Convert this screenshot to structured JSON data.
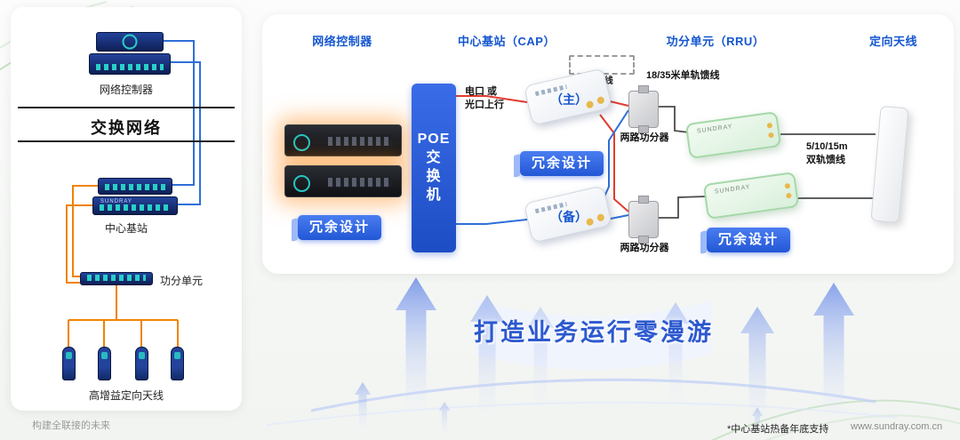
{
  "brand": "SUNDRAY",
  "left_panel": {
    "controller_label": "网络控制器",
    "title": "交换网络",
    "base_station_label": "中心基站",
    "splitter_label": "功分单元",
    "antennas_label": "高增益定向天线"
  },
  "right_panel": {
    "headers": [
      "网络控制器",
      "中心基站（CAP）",
      "功分单元（RRU）",
      "定向天线"
    ],
    "poe_switch_label": "POE\n交\n换\n机",
    "uplink_label": "电口 或\n光口上行",
    "feeder_short_label": "0.5m馈线",
    "feeder_single_label": "18/35米单轨馈线",
    "cap_main_label": "（主）",
    "cap_backup_label": "（备）",
    "splitter_labels": [
      "两路功分器",
      "两路功分器"
    ],
    "feeder_dual_label": "5/10/15m\n双轨馈线",
    "redundancy_badges": [
      "冗余设计",
      "冗余设计",
      "冗余设计"
    ]
  },
  "banner": {
    "slogan": "打造业务运行零漫游"
  },
  "footer": {
    "tagline": "构建全联接的未来",
    "footnote": "*中心基站热备年底支持",
    "website": "www.sundray.com.cn"
  },
  "colors": {
    "header_blue": "#1456d0",
    "badge_blue": "#2a63e0",
    "slogan_blue": "#2d59cf",
    "line_orange": "#f08300",
    "line_red": "#e23b30",
    "line_blue": "#2e6fd6",
    "device_navy": "#162f7a",
    "rru_green": "#dff0e0"
  }
}
